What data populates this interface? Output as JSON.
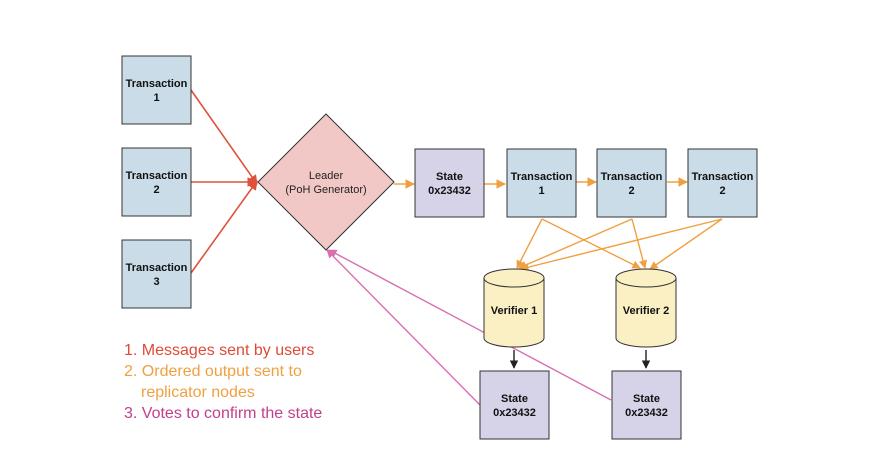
{
  "colors": {
    "tx_fill": "#c9dce8",
    "state_fill": "#d6d2e8",
    "leader_fill": "#f1c8c6",
    "cylinder_fill": "#fbf0c4",
    "stroke": "#333333",
    "red": "#e0503a",
    "orange": "#f0a040",
    "pink": "#d870b0",
    "legend_red": "#e04a36",
    "legend_orange": "#f0a040",
    "legend_pink": "#c0408c"
  },
  "user_transactions": [
    {
      "line1": "Transaction",
      "line2": "1"
    },
    {
      "line1": "Transaction",
      "line2": "2"
    },
    {
      "line1": "Transaction",
      "line2": "3"
    }
  ],
  "leader": {
    "line1": "Leader",
    "line2": "(PoH Generator)"
  },
  "state_main": {
    "line1": "State",
    "line2": "0x23432"
  },
  "ordered_transactions": [
    {
      "line1": "Transaction",
      "line2": "1"
    },
    {
      "line1": "Transaction",
      "line2": "2"
    },
    {
      "line1": "Transaction",
      "line2": "2"
    }
  ],
  "verifiers": [
    {
      "label": "Verifier 1"
    },
    {
      "label": "Verifier 2"
    }
  ],
  "verifier_states": [
    {
      "line1": "State",
      "line2": "0x23432"
    },
    {
      "line1": "State",
      "line2": "0x23432"
    }
  ],
  "legend": {
    "item1": "1. Messages sent by users",
    "item2_line1": "2. Ordered output sent to",
    "item2_line2": "replicator nodes",
    "item3": "3. Votes to confirm the state"
  }
}
